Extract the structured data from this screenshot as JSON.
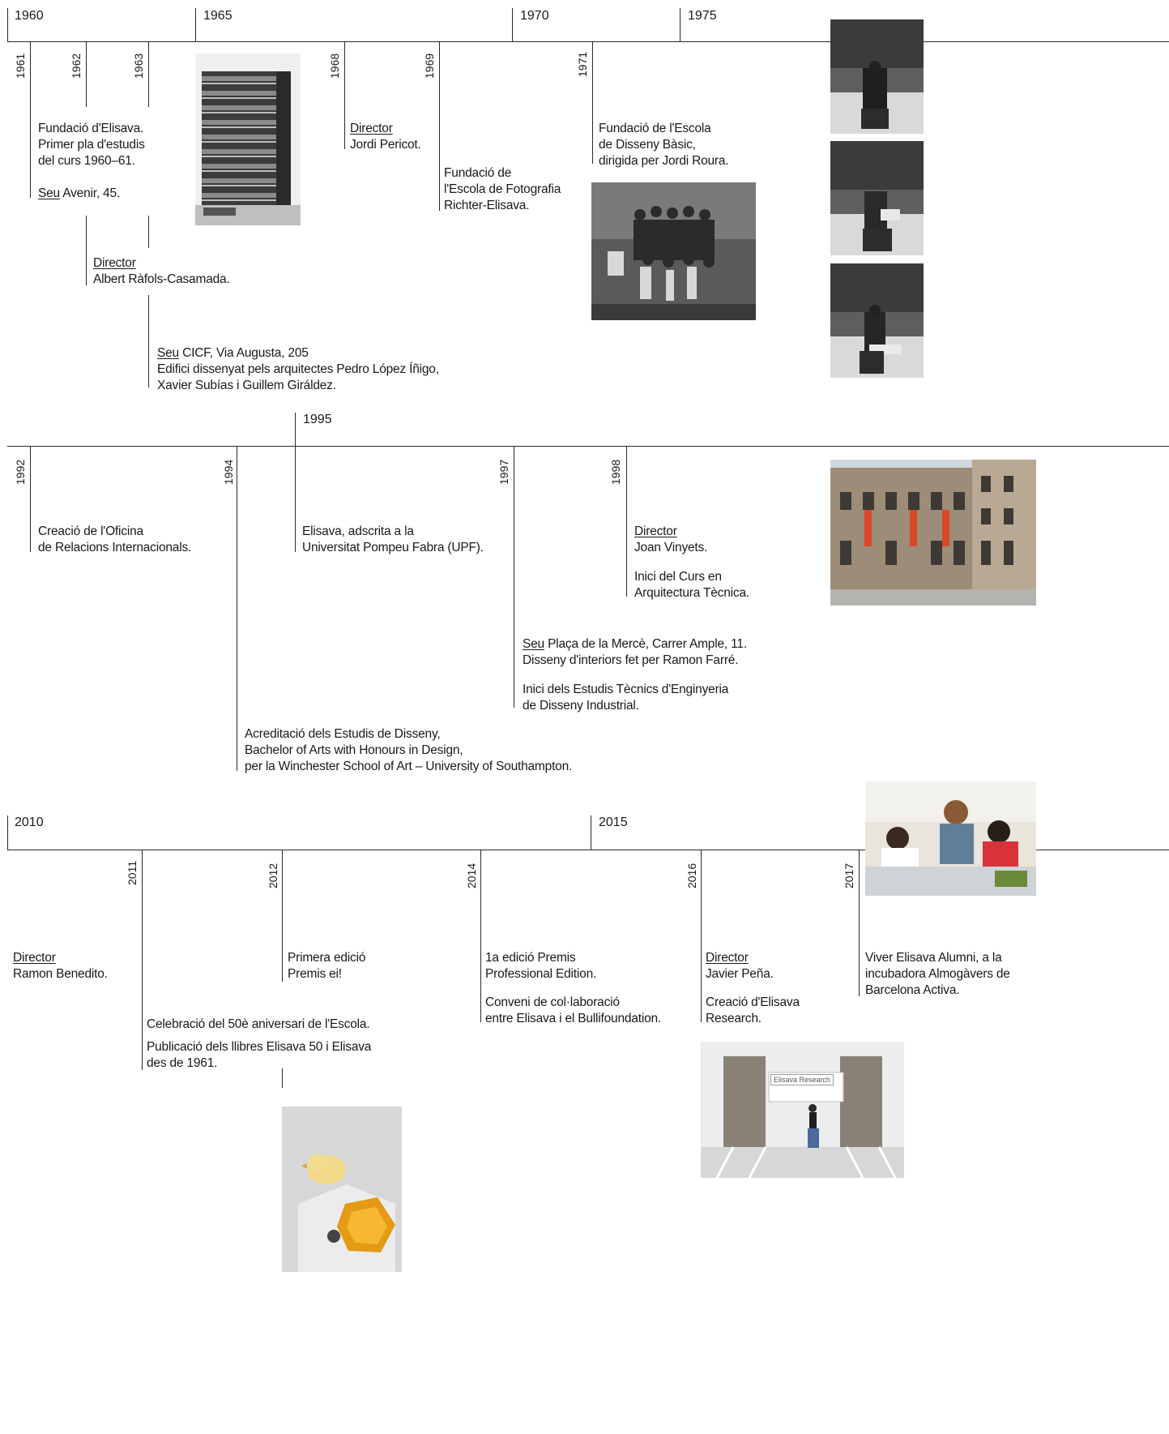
{
  "rows": [
    {
      "decades": [
        "1960",
        "1965",
        "1970",
        "1975"
      ],
      "years": [
        "1961",
        "1962",
        "1963",
        "1968",
        "1969",
        "1971"
      ]
    },
    {
      "decades": [
        "1995"
      ],
      "years": [
        "1992",
        "1994",
        "1997",
        "1998"
      ]
    },
    {
      "decades": [
        "2010",
        "2015"
      ],
      "years": [
        "2011",
        "2012",
        "2014",
        "2016",
        "2017"
      ]
    }
  ],
  "events": {
    "e1961": {
      "lines": [
        "Fundació d'Elisava.",
        "Primer pla d'estudis",
        "del curs 1960–61."
      ],
      "seu_label": "Seu",
      "seu_text": "Avenir, 45."
    },
    "e1962": {
      "label": "Director",
      "text": "Albert Ràfols-Casamada."
    },
    "e1963": {
      "seu_label": "Seu",
      "seu_text": "CICF, Via Augusta, 205",
      "lines": [
        "Edifici dissenyat pels arquitectes Pedro López Íñigo,",
        "Xavier Subías i Guillem Giráldez."
      ]
    },
    "e1968": {
      "label": "Director",
      "text": "Jordi Pericot."
    },
    "e1969": {
      "lines": [
        "Fundació de",
        "l'Escola de Fotografia",
        "Richter-Elisava."
      ]
    },
    "e1971": {
      "lines": [
        "Fundació de l'Escola",
        "de Disseny Bàsic,",
        "dirigida per Jordi Roura."
      ]
    },
    "e1992": {
      "lines": [
        "Creació de l'Oficina",
        "de Relacions Internacionals."
      ]
    },
    "e1994": {
      "lines": [
        "Acreditació dels Estudis de Disseny,",
        "Bachelor of Arts with Honours in Design,",
        "per la Winchester School of Art – University of Southampton."
      ]
    },
    "e1995": {
      "lines": [
        "Elisava, adscrita a la",
        "Universitat Pompeu Fabra (UPF)."
      ]
    },
    "e1997": {
      "seu_label": "Seu",
      "seu_text": "Plaça de la Mercè, Carrer Ample, 11.",
      "lines": [
        "Disseny d'interiors fet per Ramon Farré."
      ],
      "lines2": [
        "Inici dels Estudis Tècnics d'Enginyeria",
        "de Disseny Industrial."
      ]
    },
    "e1998": {
      "label": "Director",
      "text": "Joan Vinyets.",
      "lines2": [
        "Inici del Curs en",
        "Arquitectura Tècnica."
      ]
    },
    "e2010": {
      "label": "Director",
      "text": "Ramon Benedito."
    },
    "e2011": {
      "lines": [
        "Celebració del 50è aniversari de l'Escola."
      ],
      "lines2": [
        "Publicació dels llibres Elisava 50 i Elisava",
        "des de 1961."
      ]
    },
    "e2012": {
      "lines": [
        "Primera edició",
        "Premis ei!"
      ]
    },
    "e2014": {
      "lines": [
        "1a edició Premis",
        "Professional Edition."
      ],
      "lines2": [
        "Conveni de col·laboració",
        "entre Elisava i el Bullifoundation."
      ]
    },
    "e2016": {
      "label": "Director",
      "text": "Javier Peña.",
      "lines2": [
        "Creació d'Elisava",
        "Research."
      ]
    },
    "e2017": {
      "lines": [
        "Viver Elisava Alumni, a la",
        "incubadora Almogàvers de",
        "Barcelona Activa."
      ]
    }
  },
  "photos": {
    "research_sign": "Elisava Research"
  },
  "colors": {
    "text": "#1a1a1a",
    "line": "#2a2a2a",
    "accent_banner": "#d9462a"
  }
}
